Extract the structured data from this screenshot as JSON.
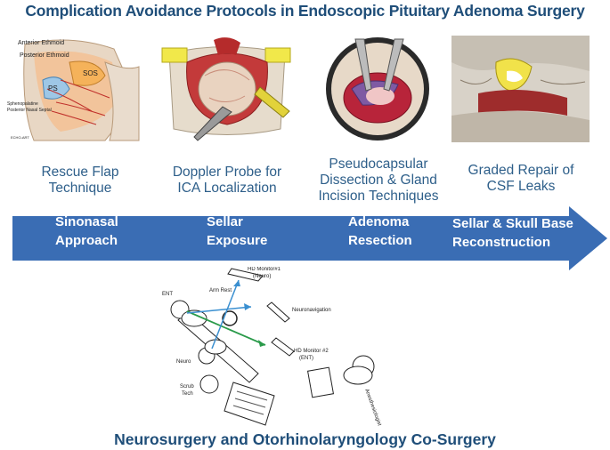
{
  "title": "Complication Avoidance Protocols in Endoscopic Pituitary Adenoma Surgery",
  "illustrations": {
    "nasal": {
      "labels": [
        "Anterior Ethmoid",
        "Posterior Ethmoid",
        "SOS",
        "PS",
        "Sphenopalatine",
        "Posterior Nasal Septal",
        "ECHO-ART"
      ]
    }
  },
  "techniques": [
    {
      "caption": [
        "Rescue Flap",
        "Technique"
      ]
    },
    {
      "caption": [
        "Doppler Probe for",
        "ICA Localization"
      ]
    },
    {
      "caption": [
        "Pseudocapsular",
        "Dissection & Gland",
        "Incision Techniques"
      ]
    },
    {
      "caption": [
        "Graded Repair of",
        "CSF Leaks"
      ]
    }
  ],
  "stages": [
    [
      "Sinonasal",
      "Approach"
    ],
    [
      "Sellar",
      "Exposure"
    ],
    [
      "Adenoma",
      "Resection"
    ],
    [
      "Sellar & Skull Base",
      "Reconstruction"
    ]
  ],
  "or_layout": {
    "labels": {
      "ent": "ENT",
      "arm_rest": "Arm Rest",
      "monitor1": [
        "HD Monitor#1",
        "(Neuro)"
      ],
      "neuronav": "Neuronavigation",
      "monitor2": [
        "HD Monitor #2",
        "(ENT)"
      ],
      "neuro": "Neuro",
      "scrub": [
        "Scrub",
        "Tech"
      ],
      "anesthesia": "Anesthesiologist"
    }
  },
  "bottom_title": "Neurosurgery and Otorhinolaryngology Co-Surgery",
  "colors": {
    "arrow": "#3a6db4",
    "title": "#1f4e79",
    "caption": "#2e5f8a"
  }
}
